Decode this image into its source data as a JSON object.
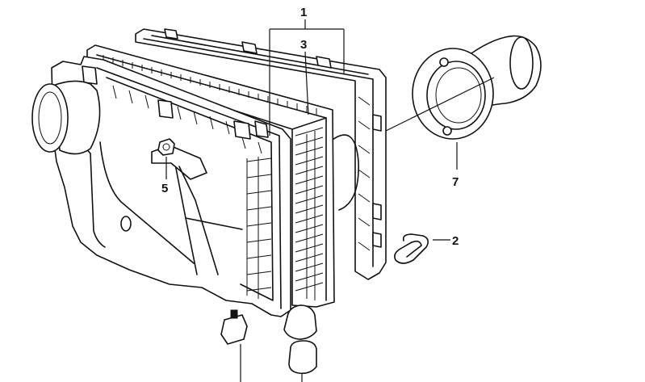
{
  "callouts": {
    "part_1": "1",
    "part_2": "2",
    "part_3": "3",
    "part_5": "5",
    "part_7": "7"
  }
}
